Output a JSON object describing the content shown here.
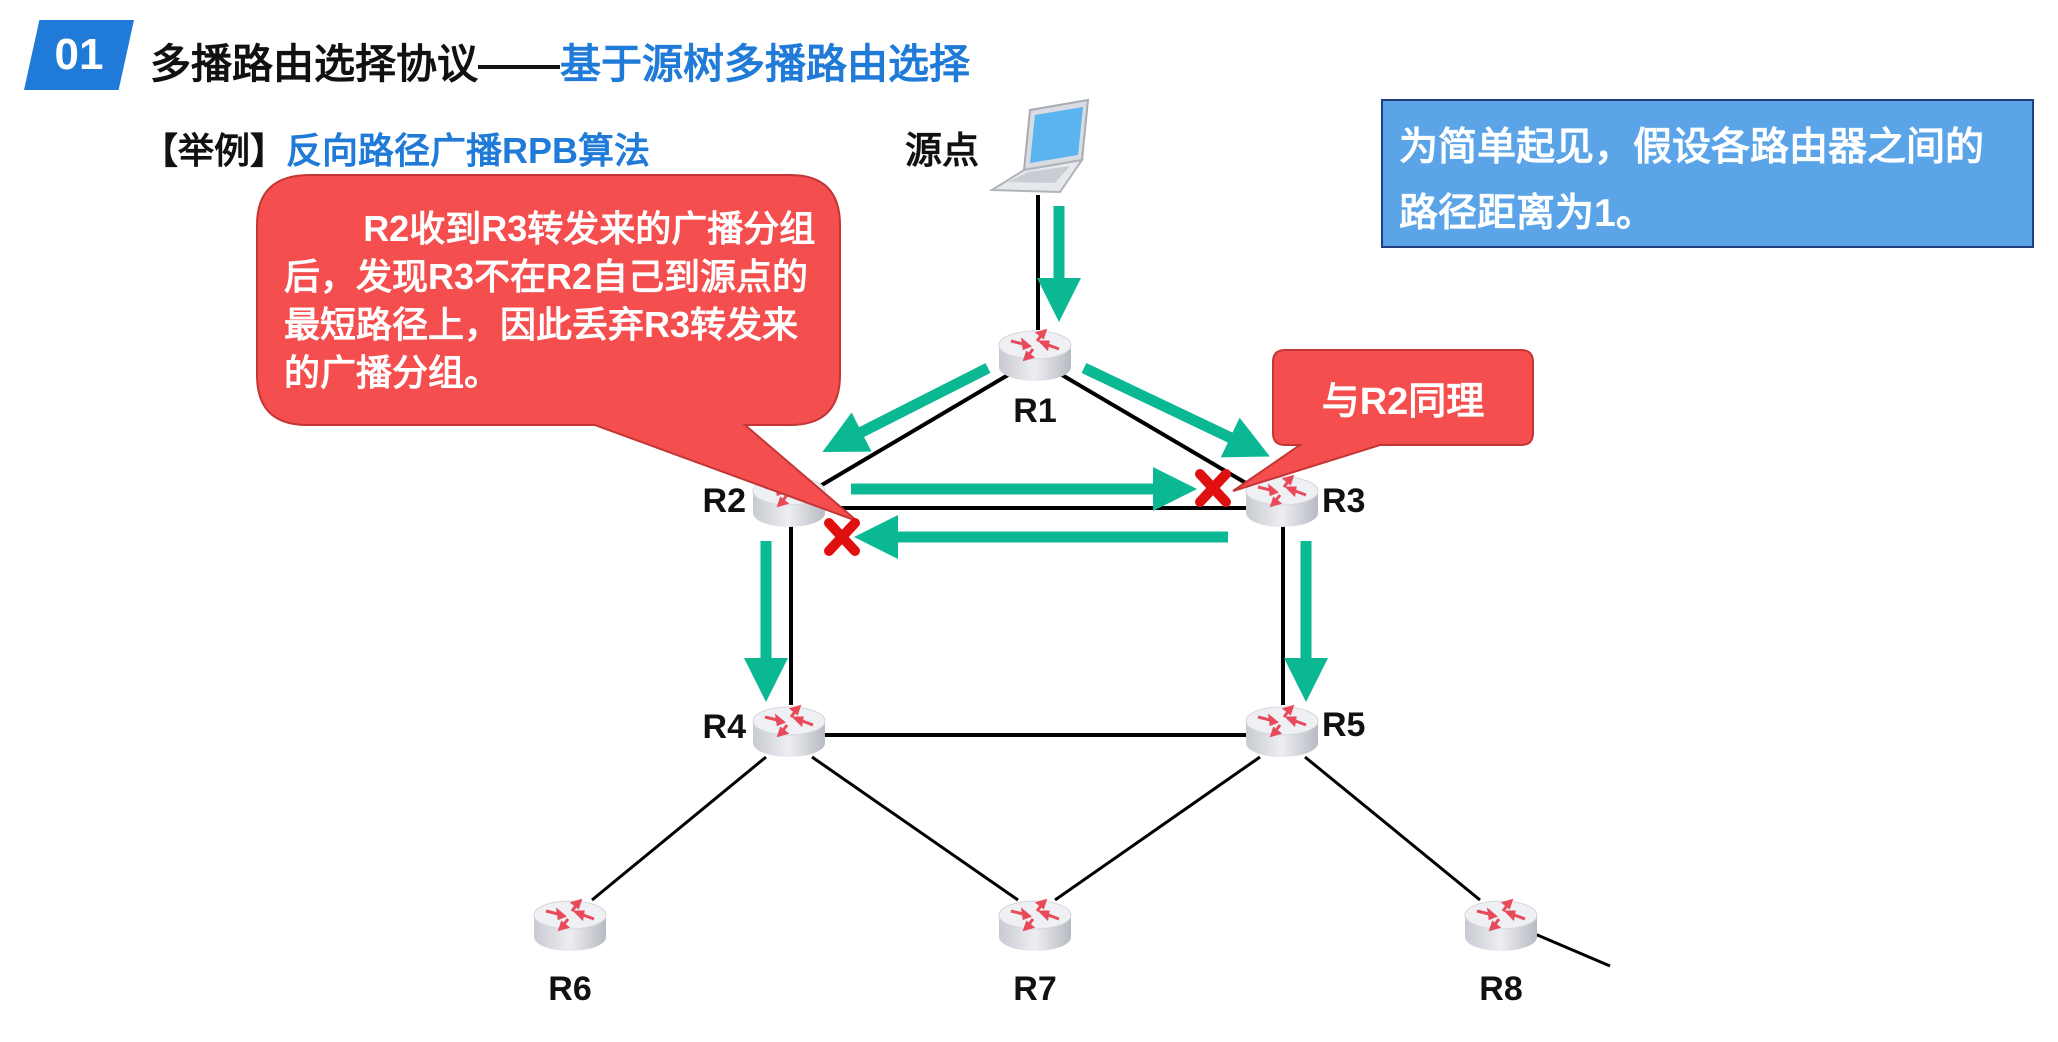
{
  "header": {
    "badge": "01",
    "title_main": "多播路由选择协议——",
    "title_accent": "基于源树多播路由选择"
  },
  "subtitle": {
    "prefix": "【举例】",
    "accent": "反向路径广播RPB算法"
  },
  "source_label": "源点",
  "note": "为简单起见，假设各路由器之间的路径距离为1。",
  "callouts": {
    "r2": "R2收到R3转发来的广播分组后，发现R3不在R2自己到源点的最短路径上，因此丢弃R3转发来的广播分组。",
    "r3": "与R2同理"
  },
  "routers": [
    "R1",
    "R2",
    "R3",
    "R4",
    "R5",
    "R6",
    "R7",
    "R8"
  ],
  "colors": {
    "accent_blue": "#1f7ad8",
    "arrow_green": "#0bb894",
    "callout_red": "#f54e4e",
    "discard_red": "#e01010",
    "note_bg": "#5ba4e8"
  }
}
